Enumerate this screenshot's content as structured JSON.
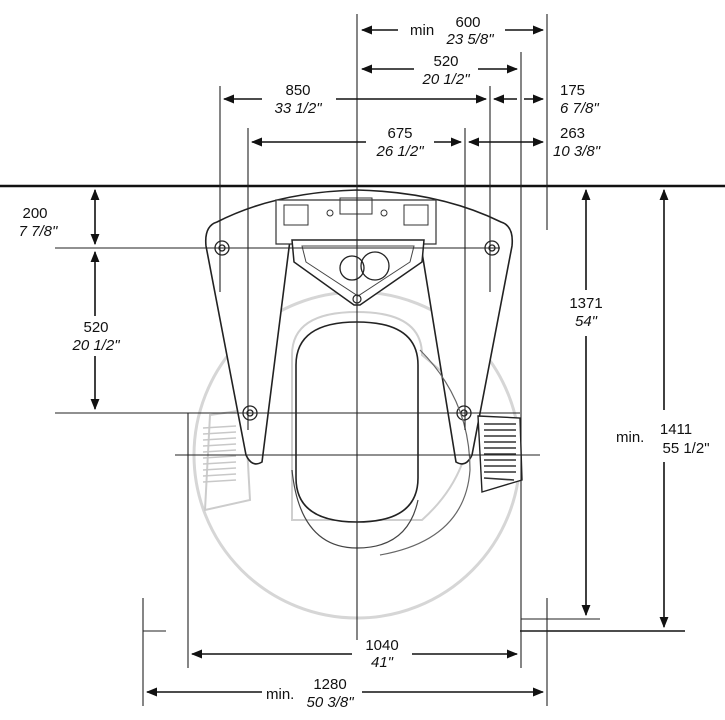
{
  "colors": {
    "ink": "#111111",
    "outline": "#222222",
    "ghost": "#d4d4d4",
    "ghost_dark": "#aaaaaa",
    "grill": "#555555"
  },
  "dimensions": {
    "top_600": {
      "prefix": "min",
      "metric": "600",
      "imperial": "23 5/8\""
    },
    "top_520": {
      "metric": "520",
      "imperial": "20 1/2\""
    },
    "top_850": {
      "metric": "850",
      "imperial": "33 1/2\""
    },
    "top_175": {
      "metric": "175",
      "imperial": "6 7/8\""
    },
    "top_675": {
      "metric": "675",
      "imperial": "26 1/2\""
    },
    "top_263": {
      "metric": "263",
      "imperial": "10 3/8\""
    },
    "left_200": {
      "metric": "200",
      "imperial": "7 7/8\""
    },
    "left_520": {
      "metric": "520",
      "imperial": "20 1/2\""
    },
    "right_1371": {
      "metric": "1371",
      "imperial": "54\""
    },
    "right_1411": {
      "prefix": "min.",
      "metric": "1411",
      "imperial": "55 1/2\""
    },
    "bottom_1040": {
      "metric": "1040",
      "imperial": "41\""
    },
    "bottom_1280": {
      "prefix": "min.",
      "metric": "1280",
      "imperial": "50 3/8\""
    }
  }
}
